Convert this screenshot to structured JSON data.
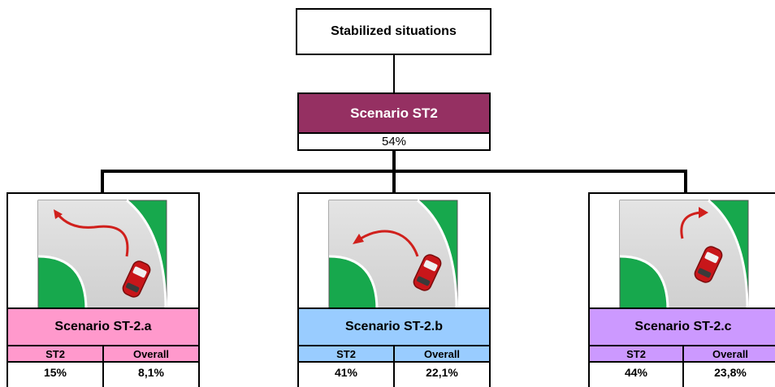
{
  "root": {
    "label": "Stabilized situations"
  },
  "scenario": {
    "label": "Scenario ST2",
    "percent": "54%",
    "color": "#953062"
  },
  "sub_scenarios": [
    {
      "label": "Scenario ST-2.a",
      "color": "#FF99CC",
      "col1_header": "ST2",
      "col2_header": "Overall",
      "col1_value": "15%",
      "col2_value": "8,1%",
      "icon": "car-turn-left-sharp-icon"
    },
    {
      "label": "Scenario ST-2.b",
      "color": "#99CCFF",
      "col1_header": "ST2",
      "col2_header": "Overall",
      "col1_value": "41%",
      "col2_value": "22,1%",
      "icon": "car-curve-left-icon"
    },
    {
      "label": "Scenario ST-2.c",
      "color": "#CC99FF",
      "col1_header": "ST2",
      "col2_header": "Overall",
      "col1_value": "44%",
      "col2_value": "23,8%",
      "icon": "car-turn-right-icon"
    }
  ]
}
